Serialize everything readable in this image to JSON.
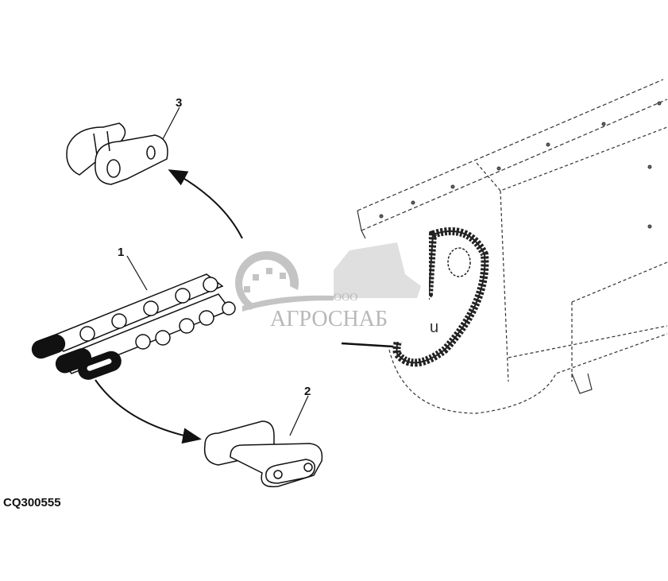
{
  "figure": {
    "id": "CQ300555",
    "callouts": [
      "1",
      "2",
      "3"
    ],
    "side_label": "u"
  },
  "watermark": {
    "prefix": "ООО",
    "name": "АГРОСНАБ",
    "color": "#b8b8b8"
  }
}
